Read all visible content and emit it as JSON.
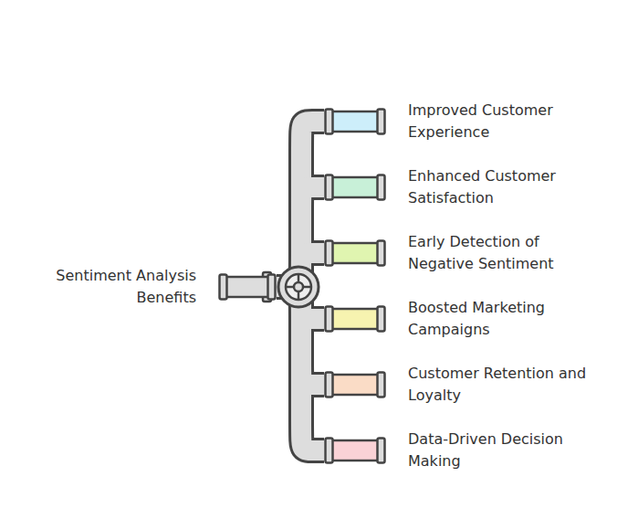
{
  "diagram": {
    "nodes": [
      {
        "text": [
          "Sentiment Analysis Benefits"
        ]
      },
      {
        "text": [
          "Improved Customer Experience"
        ]
      },
      {
        "text": [
          "Enhanced Customer Satisfaction"
        ]
      },
      {
        "text": [
          "Early Detection of Negative Sentiment"
        ]
      },
      {
        "text": [
          "Boosted Marketing Campaigns"
        ]
      },
      {
        "text": [
          "Customer Retention and Loyalty"
        ]
      },
      {
        "text": [
          "Data-Driven Decision Making"
        ]
      }
    ],
    "edges": [
      {
        "from": 0,
        "to": 1,
        "arrow": "none"
      },
      {
        "from": 0,
        "to": 2,
        "arrow": "none"
      },
      {
        "from": 0,
        "to": 3,
        "arrow": "none"
      },
      {
        "from": 0,
        "to": 4,
        "arrow": "none"
      },
      {
        "from": 0,
        "to": 5,
        "arrow": "none"
      },
      {
        "from": 0,
        "to": 6,
        "arrow": "none"
      }
    ]
  }
}
